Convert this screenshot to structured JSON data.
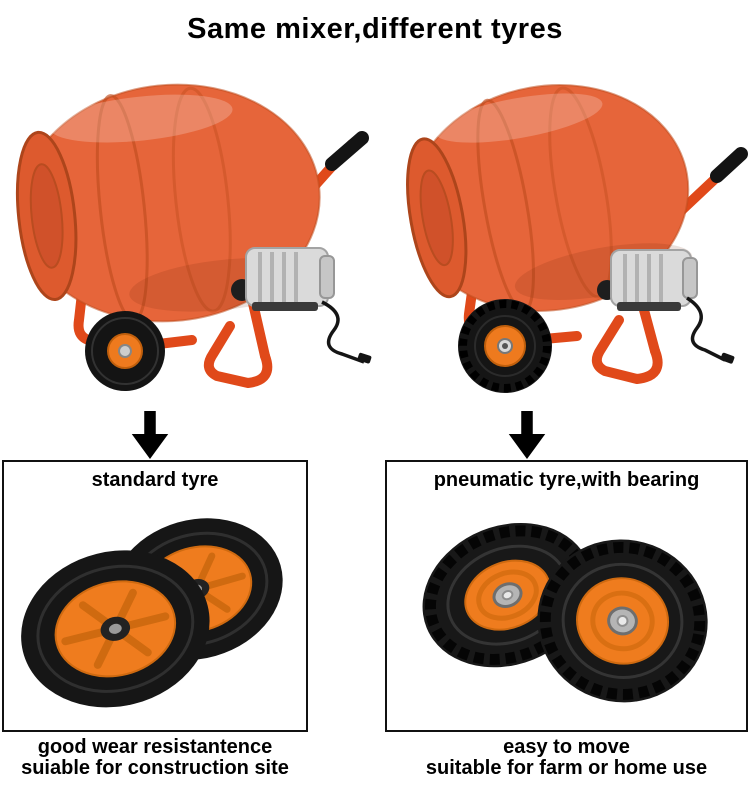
{
  "title": "Same mixer,different tyres",
  "panels": {
    "left": {
      "title": "standard tyre",
      "caption_line1": "good wear resistantence",
      "caption_line2": "suiable for construction site"
    },
    "right": {
      "title": "pneumatic tyre,with bearing",
      "caption_line1": "easy to move",
      "caption_line2": "suitable for farm or home use"
    }
  },
  "icons": {
    "down_arrow": "↓"
  },
  "colors": {
    "mixer_body_orange": "#e6653a",
    "mixer_face_orange": "#dd5a2e",
    "frame_orange": "#e0491a",
    "rim_orange": "#ef7c1e",
    "tyre_black": "#161616",
    "motor_grey": "#dadada",
    "panel_border": "#111111",
    "text": "#000000",
    "background": "#ffffff"
  }
}
